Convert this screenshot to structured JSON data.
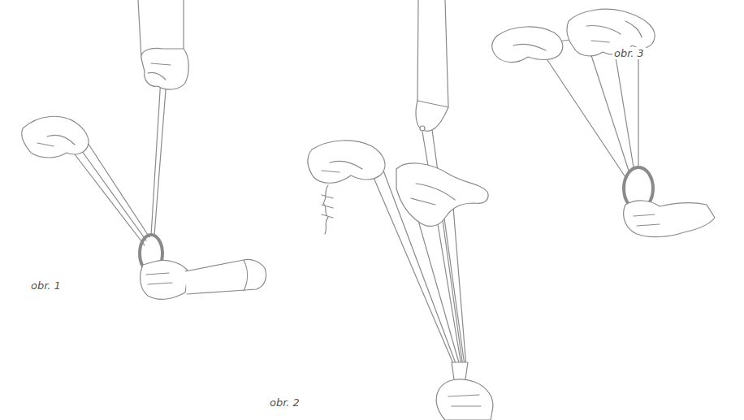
{
  "diagram": {
    "labels": [
      "obr. 1",
      "obr. 2",
      "obr. 3"
    ]
  }
}
